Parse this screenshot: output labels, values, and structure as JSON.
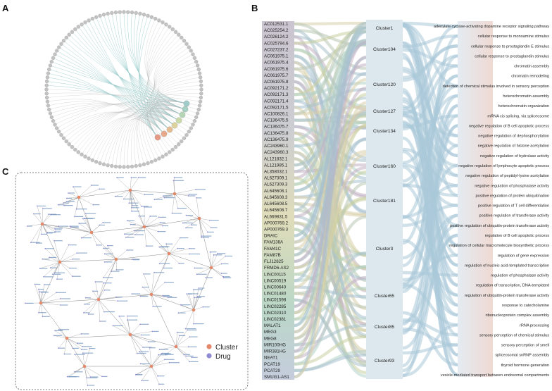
{
  "panels": {
    "a": "A",
    "b": "B",
    "c": "C"
  },
  "colors": {
    "cluster": "#e48a6a",
    "drug": "#8f8bd2",
    "ring_node": "#a8a8a8",
    "term_link": "#a9c8d9",
    "lnc_link": "#b3adb8"
  },
  "sankey": {
    "lncrnas": [
      "AC012531.1",
      "AC025254.2",
      "AC026124.2",
      "AC025794.6",
      "AC027237.2",
      "AC061975.1",
      "AC061975.4",
      "AC061975.6",
      "AC061975.7",
      "AC061975.8",
      "AC092171.2",
      "AC092171.3",
      "AC092171.4",
      "AC092171.5",
      "AC100826.1",
      "AC136475.5",
      "AC136475.7",
      "AC136475.8",
      "AC136475.9",
      "AC243960.1",
      "AC243960.3",
      "AL121832.1",
      "AL121985.1",
      "AL358032.1",
      "AL627309.1",
      "AL627309.3",
      "AL645608.1",
      "AL645608.3",
      "AL645608.5",
      "AL645608.7",
      "AL669831.5",
      "AP000769.2",
      "AP000769.3",
      "DRAIC",
      "FAM138A",
      "FAM41C",
      "FAM87B",
      "FLJ12825",
      "FRMD6-AS2",
      "LINC00115",
      "LINC00519",
      "LINC00640",
      "LINC01480",
      "LINC01598",
      "LINC02285",
      "LINC02310",
      "LINC02381",
      "MALAT1",
      "MEG3",
      "MEG8",
      "MIR100HG",
      "MIR381HG",
      "NEAT1",
      "PCAT19",
      "PCAT29",
      "SMUG1-AS1"
    ],
    "clusters": [
      "Cluster1",
      "Cluster104",
      "Cluster120",
      "Cluster127",
      "Cluster134",
      "Cluster160",
      "Cluster181",
      "Cluster3",
      "Cluster65",
      "Cluster85",
      "Cluster93"
    ],
    "terms": [
      "adenylate cyclase-activating dopamine receptor signaling pathway",
      "cellular response to monoamine stimulus",
      "cellular response to prostaglandin E stimulus",
      "cellular response to prostaglandin stimulus",
      "chromatin assembly",
      "chromatin remodeling",
      "detection of chemical stimulus involved in sensory perception",
      "heterochromatin assembly",
      "heterochromatin organization",
      "mRNA cis splicing, via spliceosome",
      "negative regulation of B cell apoptotic process",
      "negative regulation of dephosphorylation",
      "negative regulation of histone acetylation",
      "negative regulation of hydrolase activity",
      "negative regulation of lymphocyte apoptotic process",
      "negative regulation of peptidyl-lysine acetylation",
      "negative regulation of phosphatase activity",
      "positive regulation of protein ubiquitination",
      "positive regulation of T cell differentiation",
      "positive regulation of transferase activity",
      "positive regulation of ubiquitin-protein transferase activity",
      "regulation of B cell apoptotic process",
      "regulation of cellular macromolecule biosynthetic process",
      "regulation of gene expression",
      "regulation of nucleic acid-templated transcription",
      "regulation of phosphatase activity",
      "regulation of transcription, DNA-templated",
      "regulation of ubiquitin-protein transferase activity",
      "response to catecholamine",
      "ribonucleoprotein complex assembly",
      "rRNA processing",
      "sensory perception of chemical stimulus",
      "sensory perception of smell",
      "spliceosomal snRNP assembly",
      "thyroid hormone generation",
      "vesicle-mediated transport between endosomal compartments"
    ]
  },
  "legend": {
    "cluster": "Cluster",
    "drug": "Drug"
  }
}
